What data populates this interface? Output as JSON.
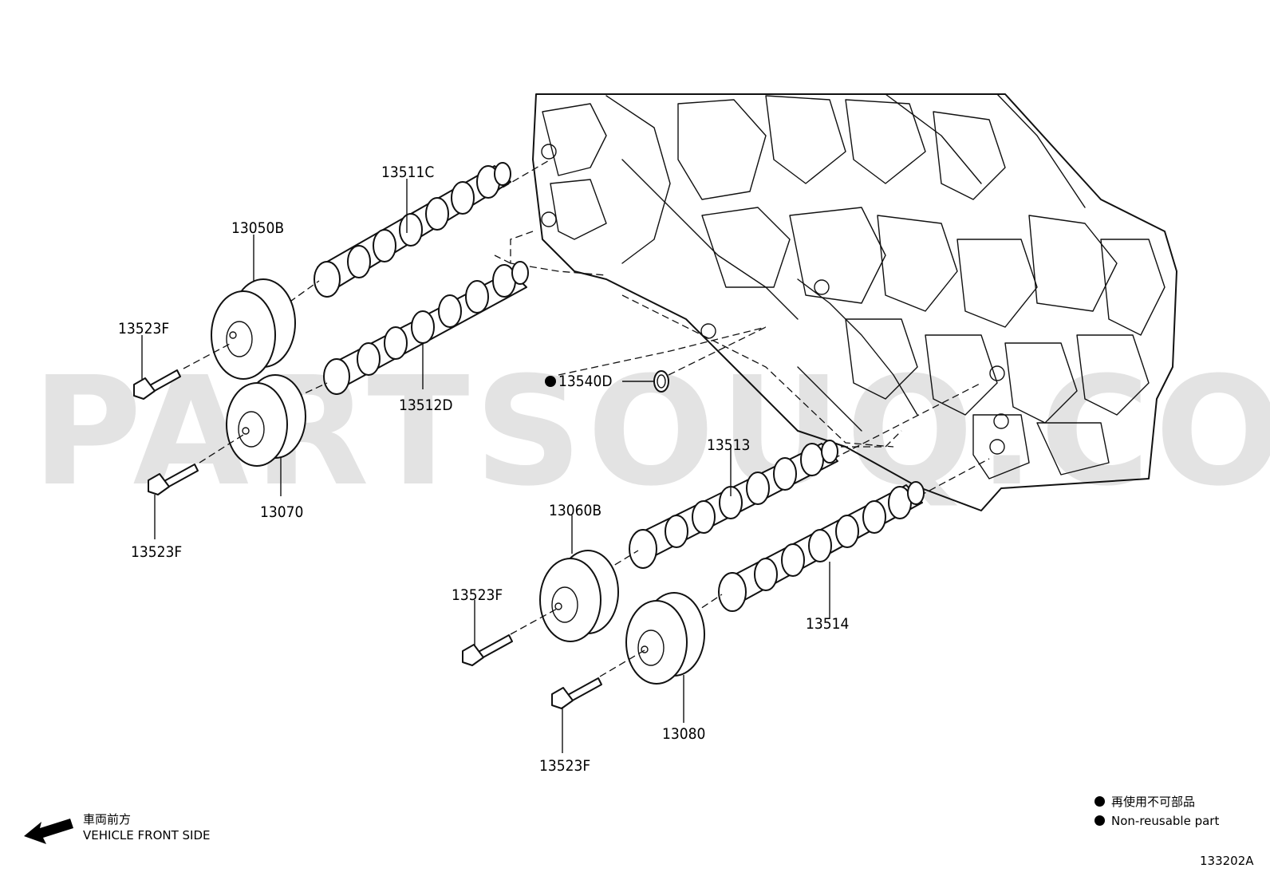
{
  "watermark": "PARTSOUQ.COM",
  "labels": {
    "camshaft_intake_rh": "13511C",
    "camshaft_exhaust_rh": "13512D",
    "camshaft_intake_lh": "13513",
    "camshaft_exhaust_lh": "13514",
    "sprocket_intake_rh": "13050B",
    "sprocket_exhaust_rh": "13070",
    "sprocket_intake_lh": "13060B",
    "sprocket_exhaust_lh": "13080",
    "bolt_1": "13523F",
    "bolt_2": "13523F",
    "bolt_3": "13523F",
    "bolt_4": "13523F",
    "o_ring": "13540D"
  },
  "legend": {
    "jp": "再使用不可部品",
    "en": "Non-reusable part"
  },
  "direction": {
    "jp": "車両前方",
    "en": "VEHICLE FRONT SIDE"
  },
  "diagram_code": "133202A",
  "colors": {
    "line": "#111111",
    "watermark": "#e3e3e3"
  }
}
